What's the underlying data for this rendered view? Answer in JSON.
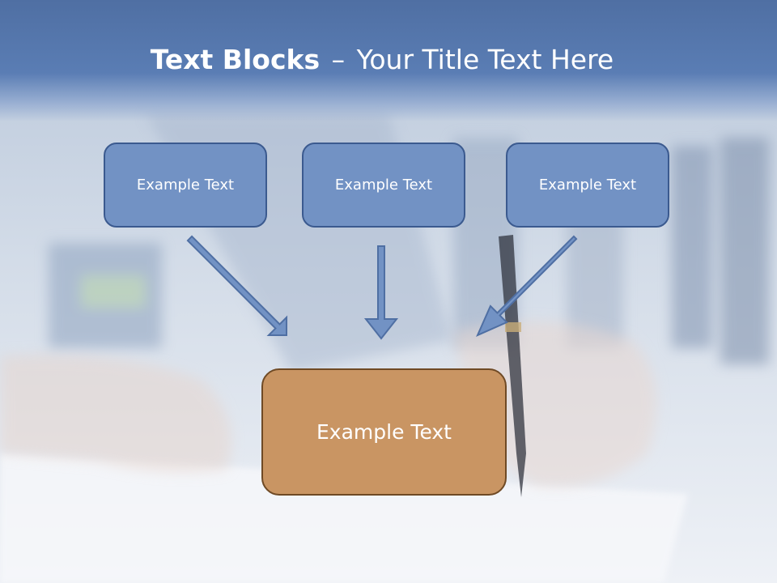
{
  "slide": {
    "title_bold": "Text Blocks",
    "title_separator": "–",
    "title_rest": "Your Title Text Here"
  },
  "diagram": {
    "top_boxes": [
      {
        "label": "Example Text"
      },
      {
        "label": "Example Text"
      },
      {
        "label": "Example Text"
      }
    ],
    "target_box": {
      "label": "Example Text"
    }
  },
  "colors": {
    "title_band": "#5a7db4",
    "top_box_fill": "#7292c4",
    "top_box_border": "#3b5a8f",
    "arrow_fill": "#7292c4",
    "target_box_fill": "#c99563",
    "target_box_border": "#6f4a25"
  }
}
